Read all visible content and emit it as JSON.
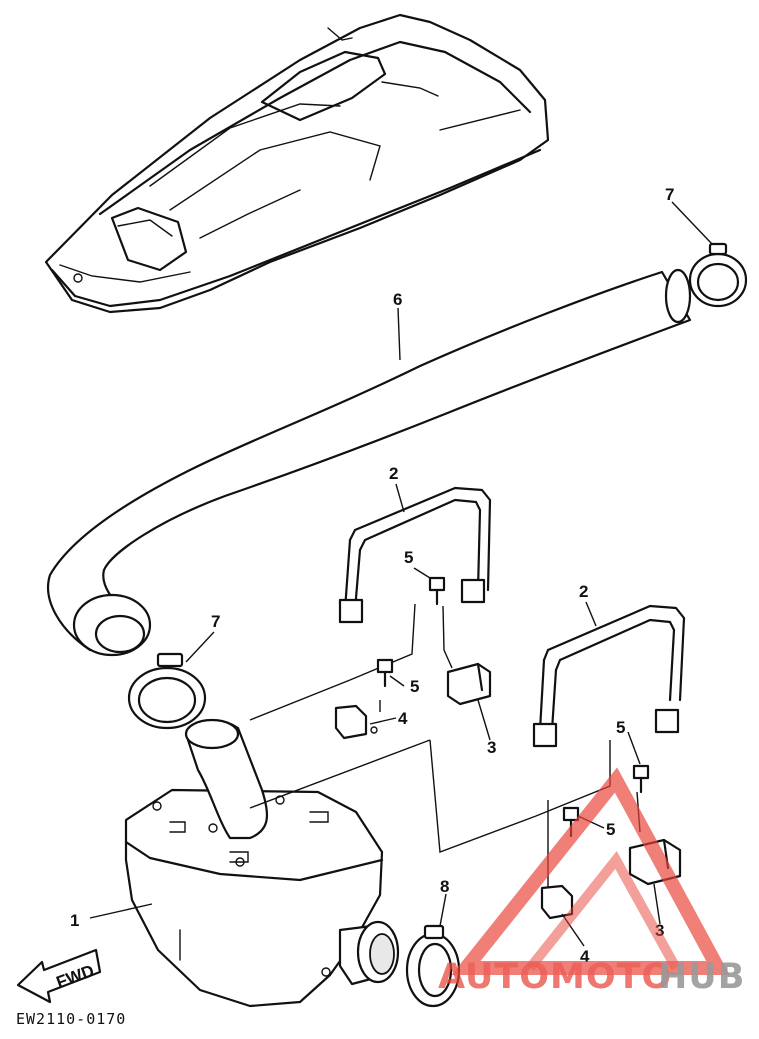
{
  "diagram": {
    "drawing_code": "EW2110-0170",
    "fwd_label": "FWD",
    "parts": [
      {
        "id": "part-1",
        "label": "1"
      },
      {
        "id": "part-2a",
        "label": "2"
      },
      {
        "id": "part-2b",
        "label": "2"
      },
      {
        "id": "part-3a",
        "label": "3"
      },
      {
        "id": "part-3b",
        "label": "3"
      },
      {
        "id": "part-4a",
        "label": "4"
      },
      {
        "id": "part-4b",
        "label": "4"
      },
      {
        "id": "part-5a",
        "label": "5"
      },
      {
        "id": "part-5b",
        "label": "5"
      },
      {
        "id": "part-5c",
        "label": "5"
      },
      {
        "id": "part-5d",
        "label": "5"
      },
      {
        "id": "part-6",
        "label": "6"
      },
      {
        "id": "part-7a",
        "label": "7"
      },
      {
        "id": "part-7b",
        "label": "7"
      },
      {
        "id": "part-8",
        "label": "8"
      }
    ]
  },
  "watermark": {
    "text_part1": "AUTOMOTO",
    "text_part2": "HUB",
    "color_primary": "#e8443a",
    "color_secondary": "#888888"
  }
}
